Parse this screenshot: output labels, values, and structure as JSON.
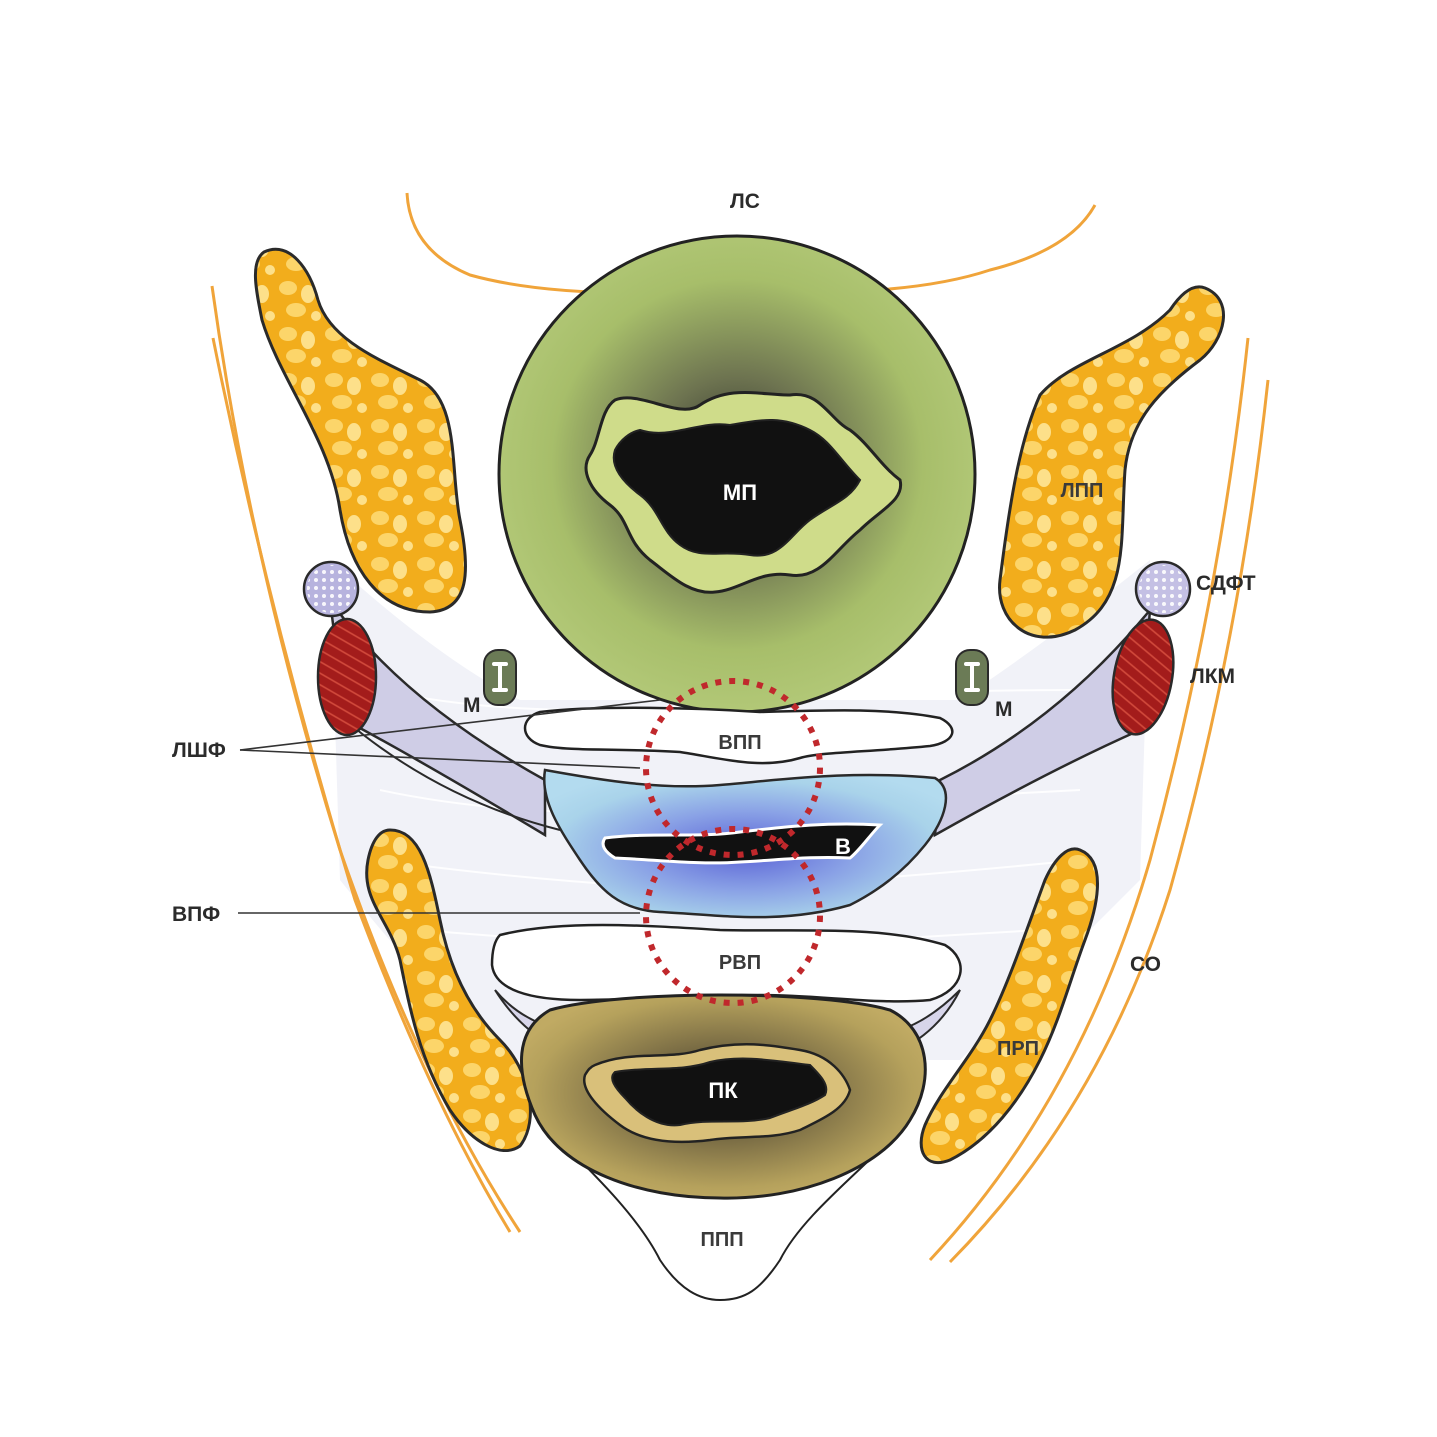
{
  "labels": {
    "ls": "ЛС",
    "mp": "МП",
    "lpp": "ЛПП",
    "sdft": "СДФТ",
    "lkm": "ЛКМ",
    "m_left": "М",
    "m_right": "М",
    "lshf": "ЛШФ",
    "vpp": "ВПП",
    "v": "В",
    "vpf": "ВПФ",
    "rvp": "РВП",
    "so": "СО",
    "prp": "ПРП",
    "pk": "ПК",
    "ppp": "ППП"
  },
  "colors": {
    "fat_fill": "#f4b21e",
    "bladder_wall": "#a9c26a",
    "bladder_mucosa": "#cfdc8a",
    "vagina_fill": "#a9d3ea",
    "vagina_inner": "#7c82d6",
    "rectum_wall": "#b9a25a",
    "rectum_mucosa": "#d9c07a",
    "muscle_red": "#b0201e",
    "tendon_circle": "#b9b4dc",
    "fascia_tint": "#e6e4f0",
    "fibrous_grey": "#eef0f6",
    "dotted_circle": "#c0282c",
    "outer_lines": "#f0a43a",
    "lumen": "#111111"
  }
}
